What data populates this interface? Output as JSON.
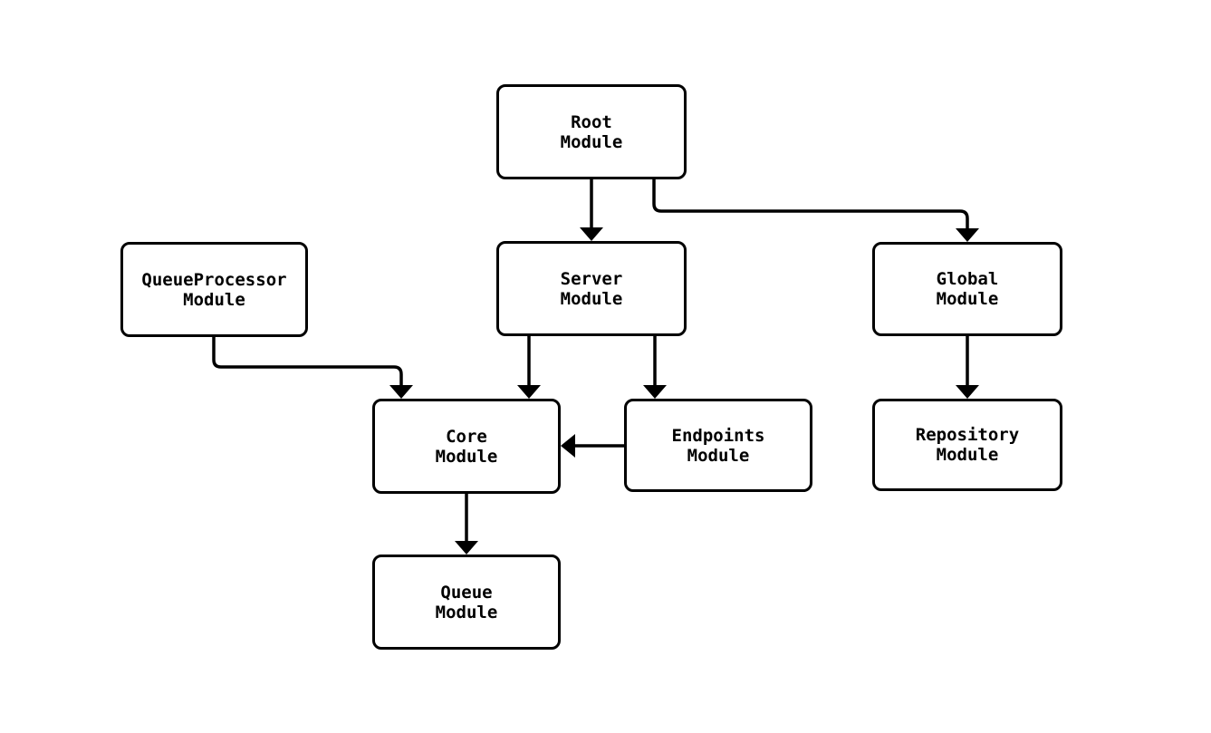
{
  "diagram": {
    "type": "flowchart",
    "background_color": "#ffffff",
    "stroke_color": "#000000",
    "node_fill_color": "#ffffff",
    "text_color": "#000000",
    "nodes": [
      {
        "id": "root",
        "line1": "Root",
        "line2": "Module"
      },
      {
        "id": "server",
        "line1": "Server",
        "line2": "Module"
      },
      {
        "id": "global",
        "line1": "Global",
        "line2": "Module"
      },
      {
        "id": "queueprocessor",
        "line1": "QueueProcessor",
        "line2": "Module"
      },
      {
        "id": "core",
        "line1": "Core",
        "line2": "Module"
      },
      {
        "id": "endpoints",
        "line1": "Endpoints",
        "line2": "Module"
      },
      {
        "id": "repository",
        "line1": "Repository",
        "line2": "Module"
      },
      {
        "id": "queue",
        "line1": "Queue",
        "line2": "Module"
      }
    ],
    "edges": [
      {
        "from": "Root Module",
        "to": "Server Module"
      },
      {
        "from": "Root Module",
        "to": "Global Module"
      },
      {
        "from": "QueueProcessor Module",
        "to": "Core Module"
      },
      {
        "from": "Server Module",
        "to": "Core Module"
      },
      {
        "from": "Server Module",
        "to": "Endpoints Module"
      },
      {
        "from": "Endpoints Module",
        "to": "Core Module"
      },
      {
        "from": "Global Module",
        "to": "Repository Module"
      },
      {
        "from": "Core Module",
        "to": "Queue Module"
      }
    ]
  }
}
